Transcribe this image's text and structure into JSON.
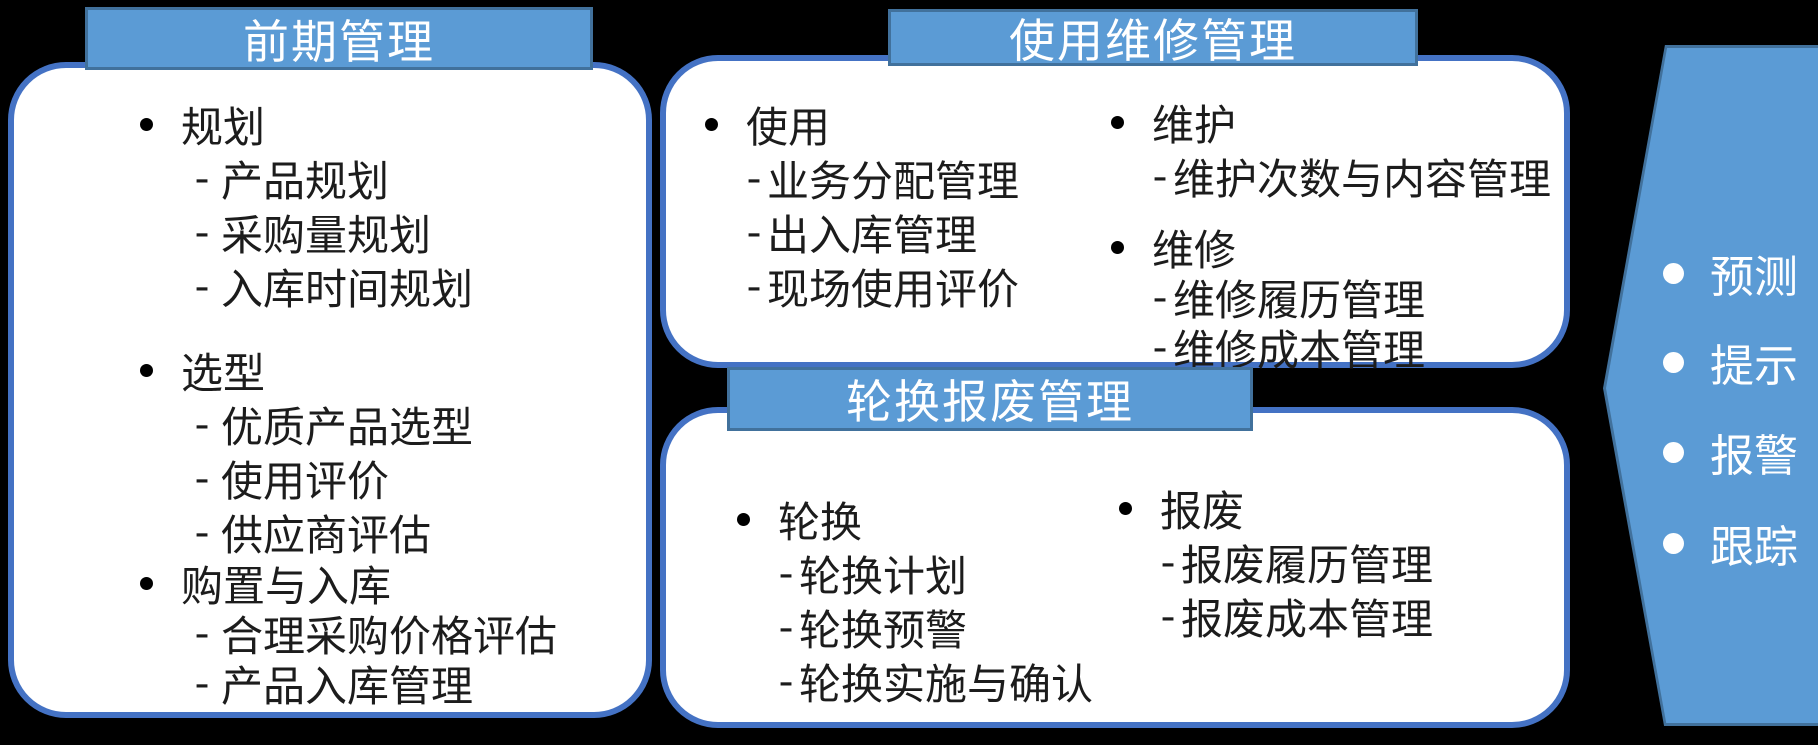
{
  "colors": {
    "background": "#000000",
    "panel_fill": "#ffffff",
    "panel_border": "#4472c4",
    "header_fill": "#5b9bd5",
    "header_border": "#41719c",
    "header_text": "#ffffff",
    "body_text": "#1c1c1c",
    "arrow_fill": "#5b9bd5",
    "arrow_border": "#41719c"
  },
  "panels": {
    "pre": {
      "title": "前期管理",
      "groups": [
        {
          "label": "规划",
          "items": [
            "产品规划",
            "采购量规划",
            "入库时间规划"
          ]
        },
        {
          "label": "选型",
          "items": [
            "优质产品选型",
            "使用评价",
            "供应商评估"
          ]
        },
        {
          "label": "购置与入库",
          "items": [
            "合理采购价格评估",
            "产品入库管理"
          ]
        }
      ]
    },
    "use": {
      "title": "使用维修管理",
      "left_groups": [
        {
          "label": "使用",
          "items": [
            "业务分配管理",
            "出入库管理",
            "现场使用评价"
          ]
        }
      ],
      "right_groups": [
        {
          "label": "维护",
          "items": [
            "维护次数与内容管理"
          ]
        },
        {
          "label": "维修",
          "items": [
            "维修履历管理",
            "维修成本管理"
          ]
        }
      ]
    },
    "rotation": {
      "title": "轮换报废管理",
      "left_groups": [
        {
          "label": "轮换",
          "items": [
            "轮换计划",
            "轮换预警",
            "轮换实施与确认"
          ]
        }
      ],
      "right_groups": [
        {
          "label": "报废",
          "items": [
            "报废履历管理",
            "报废成本管理"
          ]
        }
      ]
    }
  },
  "arrow": {
    "items": [
      "预测",
      "提示",
      "报警",
      "跟踪"
    ]
  }
}
